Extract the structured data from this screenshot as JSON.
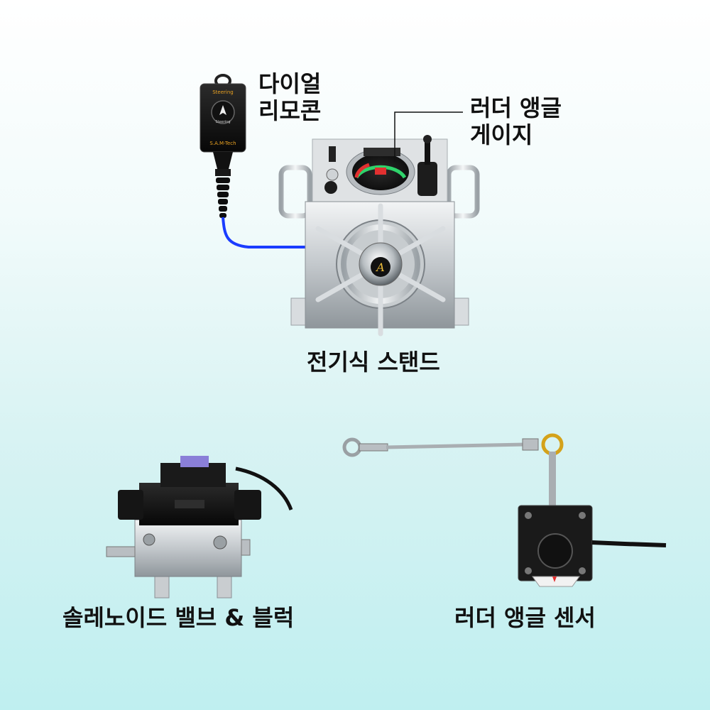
{
  "labels": {
    "dial_remote": [
      "다이얼",
      "리모콘"
    ],
    "rudder_angle_gauge": [
      "러더 앵글",
      "게이지"
    ],
    "electric_stand": "전기식 스탠드",
    "solenoid_valve_block": "솔레노이드 밸브 & 블럭",
    "rudder_angle_sensor": "러더 앵글 센서"
  },
  "remote": {
    "top_text": "Steering",
    "knob_text": "Steering",
    "brand_text": "S.A.M-Tech"
  },
  "colors": {
    "cable_blue": "#1a3cff",
    "remote_body": "#1b1b1b",
    "steel": "#c9cdd0",
    "brand_orange": "#e8a020",
    "valve_tag": "#8a7fd8",
    "sensor_pointer": "#e23030"
  }
}
